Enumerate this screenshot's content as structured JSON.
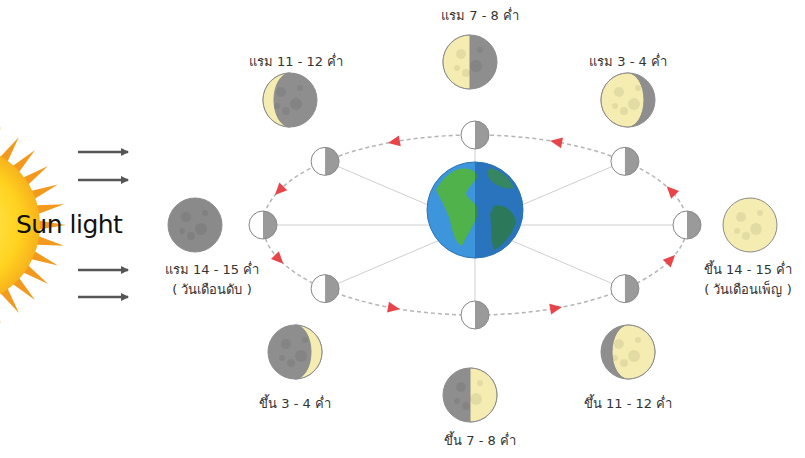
{
  "diagram": {
    "labels": [
      "แรม 7 - 8 ค่ำ",
      "แรม 11 - 12 ค่ำ",
      "แรม 3 - 4 ค่ำ",
      "Sun light",
      "แรม 14 - 15 ค่ำ",
      "( วันเดือนดับ )",
      "ขึ้น 14 - 15 ค่ำ",
      "( วันเดือนเพ็ญ )",
      "ขึ้น 3 - 4 ค่ำ",
      "ขึ้น 11 - 12 ค่ำ",
      "ขึ้น 7 - 8 ค่ำ"
    ]
  }
}
